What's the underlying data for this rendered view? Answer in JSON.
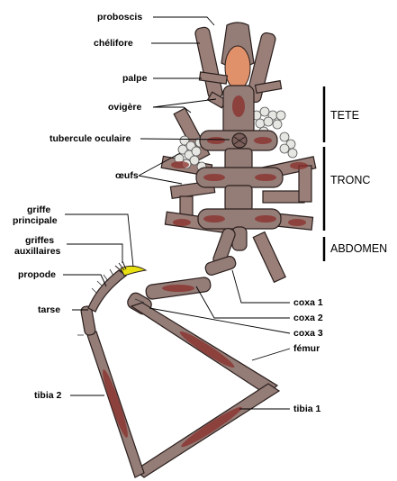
{
  "labels": {
    "proboscis": "proboscis",
    "chelifore": "chélifore",
    "palpe": "palpe",
    "ovigere": "ovigère",
    "tubercule": "tubercule oculaire",
    "oeufs": "œufs",
    "griffe_principale_1": "griffe",
    "griffe_principale_2": "principale",
    "griffes_aux_1": "griffes",
    "griffes_aux_2": "auxillaires",
    "propode": "propode",
    "tarse": "tarse",
    "tibia2": "tibia 2",
    "coxa1": "coxa 1",
    "coxa2": "coxa 2",
    "coxa3": "coxa 3",
    "femur": "fémur",
    "tibia1": "tibia 1"
  },
  "groups": {
    "tete": "TETE",
    "tronc": "TRONC",
    "abdomen": "ABDOMEN"
  },
  "colors": {
    "body": "#947c77",
    "muscle": "#8a2e2a",
    "proboscis_tip": "#e0916a",
    "claw": "#e8e010",
    "eggs": "#e6e6e2"
  }
}
